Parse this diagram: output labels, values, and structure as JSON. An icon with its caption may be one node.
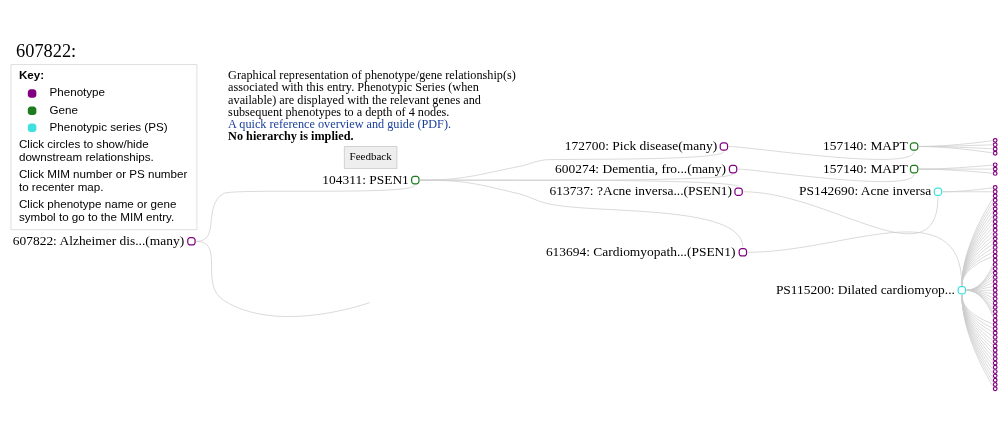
{
  "diagram": {
    "title": "607822:",
    "nodes": [
      {
        "text": [
          "607822: Alzheimer dis...(many)"
        ]
      },
      {
        "text": [
          "104311: PSEN1"
        ]
      },
      {
        "text": [
          "172700: Pick disease(many)"
        ]
      },
      {
        "text": [
          "600274: Dementia, fro...(many)"
        ]
      },
      {
        "text": [
          "613737: ?Acne inversa...(PSEN1)"
        ]
      },
      {
        "text": [
          "613694: Cardiomyopath...(PSEN1)"
        ]
      },
      {
        "text": [
          "157140: MAPT"
        ]
      },
      {
        "text": [
          "157140: MAPT"
        ]
      },
      {
        "text": [
          "PS142690: Acne inversa"
        ]
      },
      {
        "text": [
          "PS115200: Dilated cardiomyop..."
        ]
      },
      {
        "text": [],
        "shape": "circle"
      },
      {
        "text": [],
        "shape": "circle"
      },
      {
        "text": [],
        "shape": "circle"
      },
      {
        "text": [],
        "shape": "circle"
      },
      {
        "text": [],
        "shape": "circle"
      },
      {
        "text": [],
        "shape": "circle"
      },
      {
        "text": [],
        "shape": "circle"
      },
      {
        "text": [],
        "shape": "circle"
      },
      {
        "text": [],
        "shape": "circle"
      },
      {
        "text": [],
        "shape": "circle"
      },
      {
        "text": [],
        "shape": "circle"
      },
      {
        "text": [],
        "shape": "circle"
      },
      {
        "text": [],
        "shape": "circle"
      },
      {
        "text": [],
        "shape": "circle"
      },
      {
        "text": [],
        "shape": "circle"
      },
      {
        "text": [],
        "shape": "circle"
      },
      {
        "text": [],
        "shape": "circle"
      },
      {
        "text": [],
        "shape": "circle"
      },
      {
        "text": [],
        "shape": "circle"
      },
      {
        "text": [],
        "shape": "circle"
      },
      {
        "text": [],
        "shape": "circle"
      },
      {
        "text": [],
        "shape": "circle"
      },
      {
        "text": [],
        "shape": "circle"
      },
      {
        "text": [],
        "shape": "circle"
      },
      {
        "text": [],
        "shape": "circle"
      },
      {
        "text": [],
        "shape": "circle"
      },
      {
        "text": [],
        "shape": "circle"
      },
      {
        "text": [],
        "shape": "circle"
      },
      {
        "text": [],
        "shape": "circle"
      },
      {
        "text": [],
        "shape": "circle"
      },
      {
        "text": [],
        "shape": "circle"
      },
      {
        "text": [],
        "shape": "circle"
      },
      {
        "text": [],
        "shape": "circle"
      },
      {
        "text": [],
        "shape": "circle"
      },
      {
        "text": [],
        "shape": "circle"
      },
      {
        "text": [],
        "shape": "circle"
      },
      {
        "text": [],
        "shape": "circle"
      },
      {
        "text": [],
        "shape": "circle"
      },
      {
        "text": [],
        "shape": "circle"
      },
      {
        "text": [],
        "shape": "circle"
      },
      {
        "text": [],
        "shape": "circle"
      },
      {
        "text": [],
        "shape": "circle"
      },
      {
        "text": [],
        "shape": "circle"
      },
      {
        "text": [],
        "shape": "circle"
      },
      {
        "text": [],
        "shape": "circle"
      },
      {
        "text": [],
        "shape": "circle"
      },
      {
        "text": [],
        "shape": "circle"
      },
      {
        "text": [],
        "shape": "circle"
      },
      {
        "text": [],
        "shape": "circle"
      },
      {
        "text": [],
        "shape": "circle"
      },
      {
        "text": [],
        "shape": "circle"
      },
      {
        "text": [],
        "shape": "circle"
      },
      {
        "text": [],
        "shape": "circle"
      },
      {
        "text": [],
        "shape": "circle"
      },
      {
        "text": [],
        "shape": "circle"
      }
    ],
    "edges": [
      {
        "from": 0,
        "to": 1,
        "arrow": "none"
      },
      {
        "from": 0,
        "to": null,
        "arrow": "none"
      },
      {
        "from": 1,
        "to": 2,
        "arrow": "none"
      },
      {
        "from": 1,
        "to": 3,
        "arrow": "none"
      },
      {
        "from": 1,
        "to": 4,
        "arrow": "none"
      },
      {
        "from": 1,
        "to": 5,
        "arrow": "none"
      },
      {
        "from": 2,
        "to": 6,
        "arrow": "none"
      },
      {
        "from": 3,
        "to": 7,
        "arrow": "none"
      },
      {
        "from": 4,
        "to": 8,
        "arrow": "none"
      },
      {
        "from": 5,
        "to": 9,
        "arrow": "none"
      },
      {
        "from": 6,
        "to": 10,
        "arrow": "none"
      },
      {
        "from": 6,
        "to": 11,
        "arrow": "none"
      },
      {
        "from": 6,
        "to": 12,
        "arrow": "none"
      },
      {
        "from": 6,
        "to": 13,
        "arrow": "none"
      },
      {
        "from": 7,
        "to": 14,
        "arrow": "none"
      },
      {
        "from": 7,
        "to": 15,
        "arrow": "none"
      },
      {
        "from": 7,
        "to": 16,
        "arrow": "none"
      },
      {
        "from": 8,
        "to": 17,
        "arrow": "none"
      },
      {
        "from": 8,
        "to": 18,
        "arrow": "none"
      },
      {
        "from": 9,
        "to": 19,
        "arrow": "none"
      },
      {
        "from": 9,
        "to": 20,
        "arrow": "none"
      },
      {
        "from": 9,
        "to": 21,
        "arrow": "none"
      },
      {
        "from": 9,
        "to": 22,
        "arrow": "none"
      },
      {
        "from": 9,
        "to": 23,
        "arrow": "none"
      },
      {
        "from": 9,
        "to": 24,
        "arrow": "none"
      },
      {
        "from": 9,
        "to": 25,
        "arrow": "none"
      },
      {
        "from": 9,
        "to": 26,
        "arrow": "none"
      },
      {
        "from": 9,
        "to": 27,
        "arrow": "none"
      },
      {
        "from": 9,
        "to": 28,
        "arrow": "none"
      },
      {
        "from": 9,
        "to": 29,
        "arrow": "none"
      },
      {
        "from": 9,
        "to": 30,
        "arrow": "none"
      },
      {
        "from": 9,
        "to": 31,
        "arrow": "none"
      },
      {
        "from": 9,
        "to": 32,
        "arrow": "none"
      },
      {
        "from": 9,
        "to": 33,
        "arrow": "none"
      },
      {
        "from": 9,
        "to": 34,
        "arrow": "none"
      },
      {
        "from": 9,
        "to": 35,
        "arrow": "none"
      },
      {
        "from": 9,
        "to": 36,
        "arrow": "none"
      },
      {
        "from": 9,
        "to": 37,
        "arrow": "none"
      },
      {
        "from": 9,
        "to": 38,
        "arrow": "none"
      },
      {
        "from": 9,
        "to": 39,
        "arrow": "none"
      },
      {
        "from": 9,
        "to": 40,
        "arrow": "none"
      },
      {
        "from": 9,
        "to": 41,
        "arrow": "none"
      },
      {
        "from": 9,
        "to": 42,
        "arrow": "none"
      },
      {
        "from": 9,
        "to": 43,
        "arrow": "none"
      },
      {
        "from": 9,
        "to": 44,
        "arrow": "none"
      },
      {
        "from": 9,
        "to": 45,
        "arrow": "none"
      },
      {
        "from": 9,
        "to": 46,
        "arrow": "none"
      },
      {
        "from": 9,
        "to": 47,
        "arrow": "none"
      },
      {
        "from": 9,
        "to": 48,
        "arrow": "none"
      },
      {
        "from": 9,
        "to": 49,
        "arrow": "none"
      },
      {
        "from": 9,
        "to": 50,
        "arrow": "none"
      },
      {
        "from": 9,
        "to": 51,
        "arrow": "none"
      },
      {
        "from": 9,
        "to": 52,
        "arrow": "none"
      },
      {
        "from": 9,
        "to": 53,
        "arrow": "none"
      },
      {
        "from": 9,
        "to": 54,
        "arrow": "none"
      },
      {
        "from": 9,
        "to": 55,
        "arrow": "none"
      },
      {
        "from": 9,
        "to": 56,
        "arrow": "none"
      },
      {
        "from": 9,
        "to": 57,
        "arrow": "none"
      },
      {
        "from": 9,
        "to": 58,
        "arrow": "none"
      },
      {
        "from": 9,
        "to": 59,
        "arrow": "none"
      },
      {
        "from": 9,
        "to": 60,
        "arrow": "none"
      },
      {
        "from": 9,
        "to": 61,
        "arrow": "none"
      },
      {
        "from": 9,
        "to": 62,
        "arrow": "none"
      },
      {
        "from": 9,
        "to": 63,
        "arrow": "none"
      },
      {
        "from": 9,
        "to": 64,
        "arrow": "none"
      }
    ],
    "labels": [
      "Graphical representation of phenotype/gene relationship(s) associated with this entry. Phenotypic Series (when available) are displayed with the relevant genes and subsequent phenotypes to a depth of 4 nodes.",
      "A quick reference overview and guide (PDF).",
      "No hierarchy is implied.",
      "Feedback",
      "Key:",
      "Click circles to show/hide downstream relationships.",
      "Click MIM number or PS number to recenter map.",
      "Click phenotype name or gene symbol to go to the MIM entry."
    ],
    "legend": [
      {
        "text": "Phenotype",
        "color": "#800080"
      },
      {
        "text": "Gene",
        "color": "#1e7b1e"
      },
      {
        "text": "Phenotypic series (PS)",
        "color": "#40e0e0"
      }
    ]
  }
}
